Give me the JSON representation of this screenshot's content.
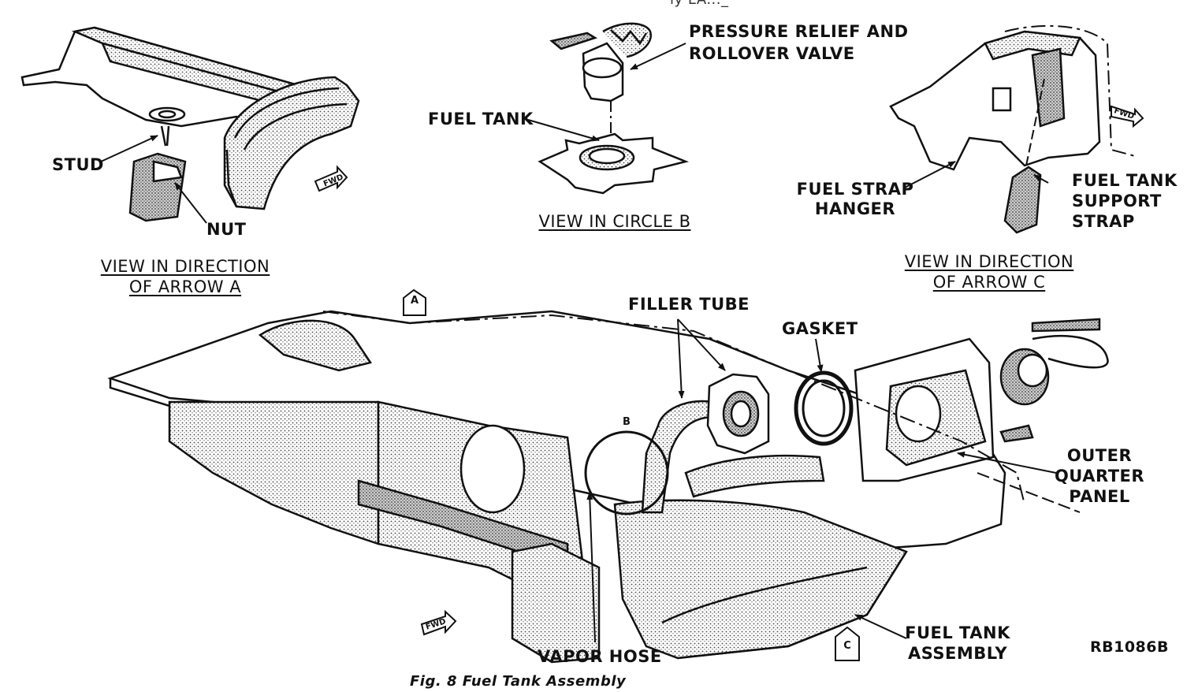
{
  "figure": {
    "code": "RB1086B",
    "top_text": "ly  LA..._",
    "bottom_text": "Fig. 8   Fuel Tank Assembly"
  },
  "views": {
    "arrow_a": {
      "caption_line1": "VIEW IN DIRECTION",
      "caption_line2": "OF ARROW A",
      "stud": "STUD",
      "nut": "NUT"
    },
    "circle_b": {
      "caption": "VIEW IN CIRCLE B",
      "valve_line1": "PRESSURE RELIEF AND",
      "valve_line2": "ROLLOVER VALVE",
      "fuel_tank": "FUEL TANK"
    },
    "arrow_c": {
      "caption_line1": "VIEW IN DIRECTION",
      "caption_line2": "OF ARROW C",
      "strap_hanger_line1": "FUEL STRAP",
      "strap_hanger_line2": "HANGER",
      "support_line1": "FUEL TANK",
      "support_line2": "SUPPORT",
      "support_line3": "STRAP"
    }
  },
  "main": {
    "filler_tube": "FILLER TUBE",
    "gasket": "GASKET",
    "outer_line1": "OUTER",
    "outer_line2": "QUARTER",
    "outer_line3": "PANEL",
    "vapor_hose": "VAPOR HOSE",
    "assembly_line1": "FUEL TANK",
    "assembly_line2": "ASSEMBLY",
    "marker_a": "A",
    "marker_b": "B",
    "marker_c": "C"
  },
  "fwd_label": "FWD"
}
